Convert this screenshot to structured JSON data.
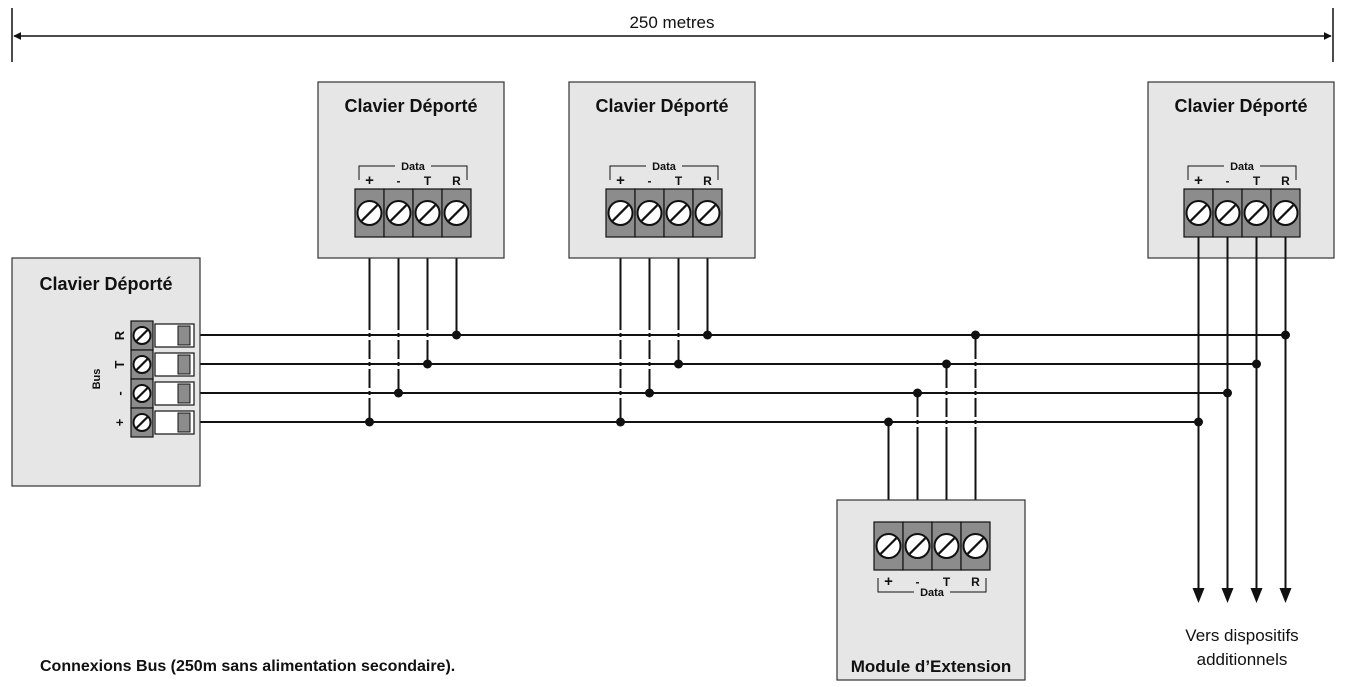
{
  "dimension": {
    "label": "250 metres"
  },
  "keypads": [
    {
      "title": "Clavier Déporté",
      "group_label": "Data",
      "terminals": [
        "+",
        "-",
        "T",
        "R"
      ]
    },
    {
      "title": "Clavier Déporté",
      "group_label": "Data",
      "terminals": [
        "+",
        "-",
        "T",
        "R"
      ]
    },
    {
      "title": "Clavier Déporté",
      "group_label": "Data",
      "terminals": [
        "+",
        "-",
        "T",
        "R"
      ]
    }
  ],
  "left_keypad": {
    "title": "Clavier Déporté",
    "group_label": "Bus",
    "terminals": [
      "R",
      "T",
      "-",
      "+"
    ]
  },
  "module": {
    "title": "Module d’Extension",
    "group_label": "Data",
    "terminals": [
      "+",
      "-",
      "T",
      "R"
    ]
  },
  "outputs": {
    "line1": "Vers dispositifs",
    "line2": "additionnels"
  },
  "caption": "Connexions Bus (250m sans alimentation secondaire).",
  "colors": {
    "box_fill": "#e6e6e6",
    "terminal_fill": "#8c8c8c",
    "line": "#111111"
  }
}
